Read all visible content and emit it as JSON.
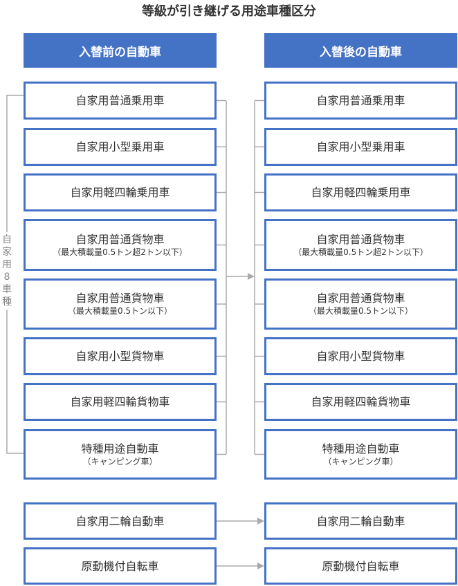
{
  "title": "等級が引き継げる用途車種区分",
  "headers": {
    "before": "入替前の自動車",
    "after": "入替後の自動車"
  },
  "side_label": [
    "自",
    "家",
    "用",
    "8",
    "車",
    "種"
  ],
  "group": [
    {
      "main": "自家用普通乗用車"
    },
    {
      "main": "自家用小型乗用車"
    },
    {
      "main": "自家用軽四輪乗用車"
    },
    {
      "main": "自家用普通貨物車",
      "sub": "（最大積載量0.5トン超2トン以下）"
    },
    {
      "main": "自家用普通貨物車",
      "sub": "（最大積載量0.5トン以下）"
    },
    {
      "main": "自家用小型貨物車"
    },
    {
      "main": "自家用軽四輪貨物車"
    },
    {
      "main": "特種用途自動車",
      "sub": "（キャンピング車）"
    }
  ],
  "singles": [
    {
      "before": "自家用二輪自動車",
      "after": "自家用二輪自動車"
    },
    {
      "before": "原動機付自転車",
      "after": "原動機付自転車"
    }
  ]
}
